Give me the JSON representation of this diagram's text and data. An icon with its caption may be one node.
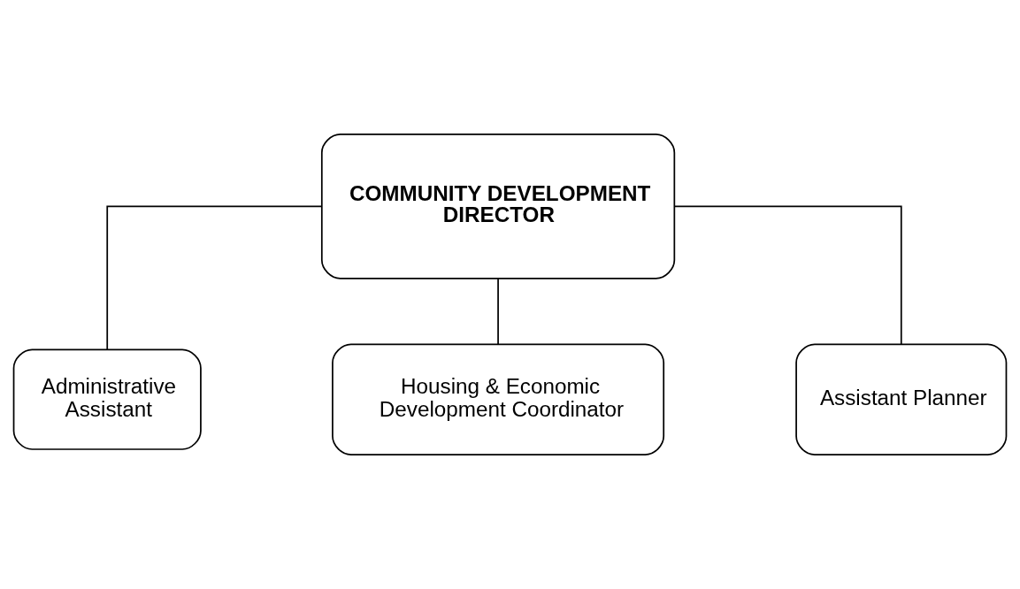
{
  "diagram": {
    "nodes": [
      {
        "text": [
          "COMMUNITY DEVELOPMENT DIRECTOR"
        ]
      },
      {
        "text": [
          "Administrative Assistant"
        ]
      },
      {
        "text": [
          "Housing & Economic Development Coordinator"
        ]
      },
      {
        "text": [
          "Assistant Planner"
        ]
      }
    ],
    "edges": [
      {
        "from": 0,
        "to": 1,
        "arrow": "none"
      },
      {
        "from": 0,
        "to": 2,
        "arrow": "none"
      },
      {
        "from": 0,
        "to": 3,
        "arrow": "none"
      }
    ]
  }
}
